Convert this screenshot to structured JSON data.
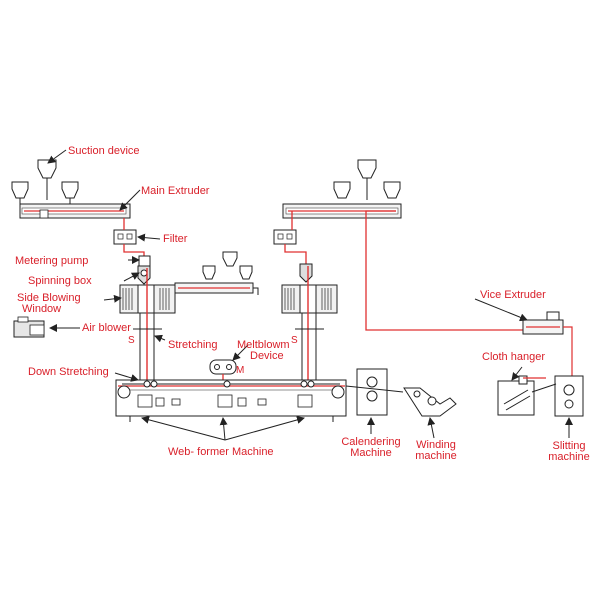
{
  "colors": {
    "label": "#d9202a",
    "pipe": "#e03030",
    "line": "#222222",
    "machine_fill": "#f2f2f2"
  },
  "labels": {
    "suction_device": "Suction device",
    "main_extruder": "Main Extruder",
    "filter": "Filter",
    "metering_pump": "Metering pump",
    "spinning_box": "Spinning box",
    "side_blowing_1": "Side Blowing",
    "side_blowing_2": "Window",
    "air_blower": "Air blower",
    "stretching": "Stretching",
    "meltblown_1": "Meltblowm",
    "meltblown_2": "Device",
    "down_stretching": "Down Stretching",
    "web_former": "Web- former Machine",
    "calendering_1": "Calendering",
    "calendering_2": "Machine",
    "winding_1": "Winding",
    "winding_2": "machine",
    "vice_extruder": "Vice Extruder",
    "cloth_hanger": "Cloth hanger",
    "slitting_1": "Slitting",
    "slitting_2": "machine"
  },
  "marks": {
    "s_left": "S",
    "s_right": "S",
    "m_meltblown": "M"
  }
}
